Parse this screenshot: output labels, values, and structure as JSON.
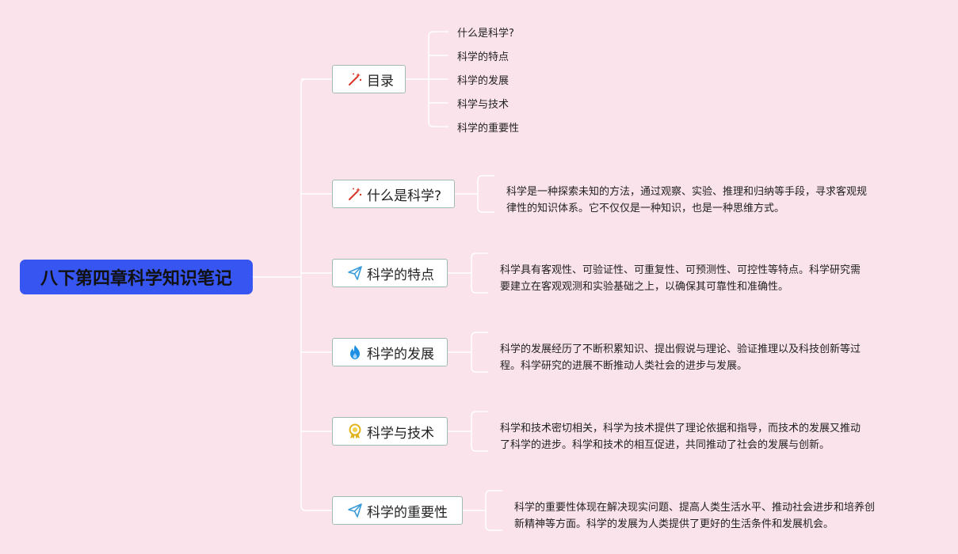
{
  "root": {
    "label": "八下第四章科学知识笔记"
  },
  "branches": [
    {
      "label": "目录",
      "icon": "magic-wand-icon"
    },
    {
      "label": "什么是科学?",
      "icon": "magic-wand-icon"
    },
    {
      "label": "科学的特点",
      "icon": "paper-plane-icon"
    },
    {
      "label": "科学的发展",
      "icon": "flame-icon"
    },
    {
      "label": "科学与技术",
      "icon": "award-medal-icon"
    },
    {
      "label": "科学的重要性",
      "icon": "paper-plane-icon"
    }
  ],
  "toc_items": [
    "什么是科学?",
    "科学的特点",
    "科学的发展",
    "科学与技术",
    "科学的重要性"
  ],
  "notes": [
    {
      "line1": "科学是一种探索未知的方法，通过观察、实验、推理和归纳等手段，寻求客观规",
      "line2": "律性的知识体系。它不仅仅是一种知识，也是一种思维方式。"
    },
    {
      "line1": "科学具有客观性、可验证性、可重复性、可预测性、可控性等特点。科学研究需",
      "line2": "要建立在客观观测和实验基础之上，以确保其可靠性和准确性。"
    },
    {
      "line1": "科学的发展经历了不断积累知识、提出假说与理论、验证推理以及科技创新等过",
      "line2": "程。科学研究的进展不断推动人类社会的进步与发展。"
    },
    {
      "line1": "科学和技术密切相关，科学为技术提供了理论依据和指导，而技术的发展又推动",
      "line2": "了科学的进步。科学和技术的相互促进，共同推动了社会的发展与创新。"
    },
    {
      "line1": "科学的重要性体现在解决现实问题、提高人类生活水平、推动社会进步和培养创",
      "line2": "新精神等方面。科学的发展为人类提供了更好的生活条件和发展机会。"
    }
  ],
  "colors": {
    "background": "#fae3ea",
    "root_fill": "#3755f0",
    "branch_border": "#9fbcb4",
    "connector": "#ffffff"
  }
}
